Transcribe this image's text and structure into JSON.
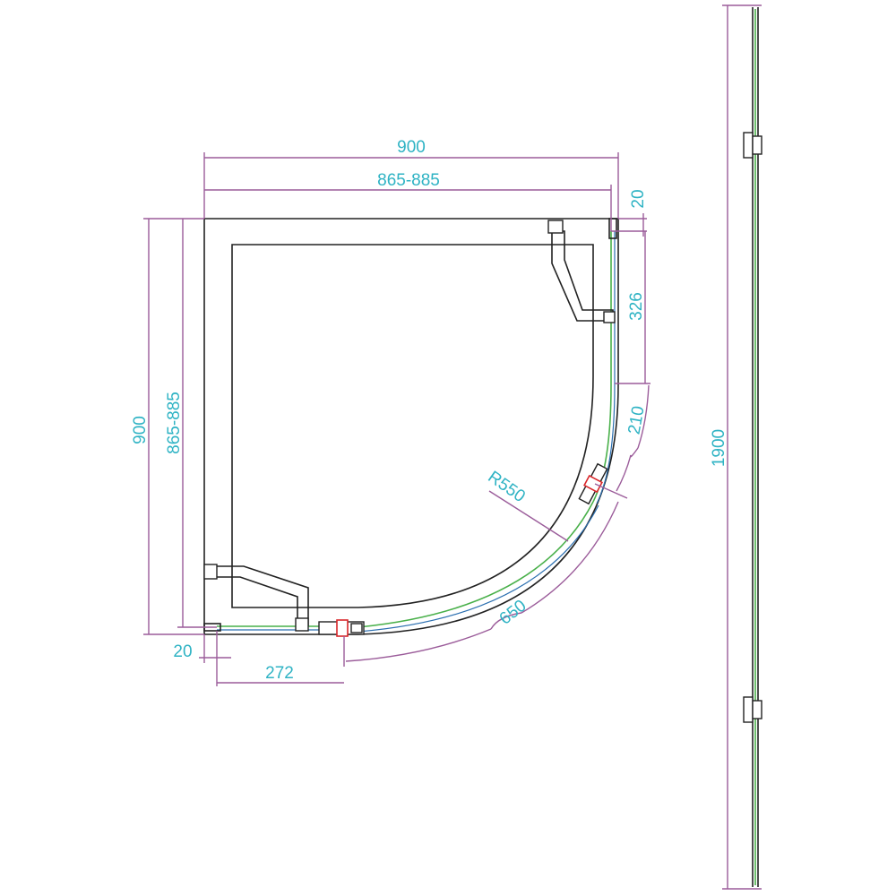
{
  "plan": {
    "dim_width_outer": "900",
    "dim_width_inner": "865-885",
    "dim_height_outer": "900",
    "dim_height_inner": "865-885",
    "dim_top_gap": "20",
    "dim_right_panel": "326",
    "dim_curve_offset": "210",
    "dim_radius": "R550",
    "dim_arc": "650",
    "dim_left_gap": "20",
    "dim_bottom_panel": "272"
  },
  "elevation": {
    "dim_height": "1900"
  },
  "colors": {
    "dimension_text": "#2fb3c4",
    "dimension_line": "#9b5c9a",
    "outline": "#222222",
    "glass_edge": "#49b04a",
    "glass_inner": "#2b6fb0",
    "handle": "#d9262a"
  }
}
